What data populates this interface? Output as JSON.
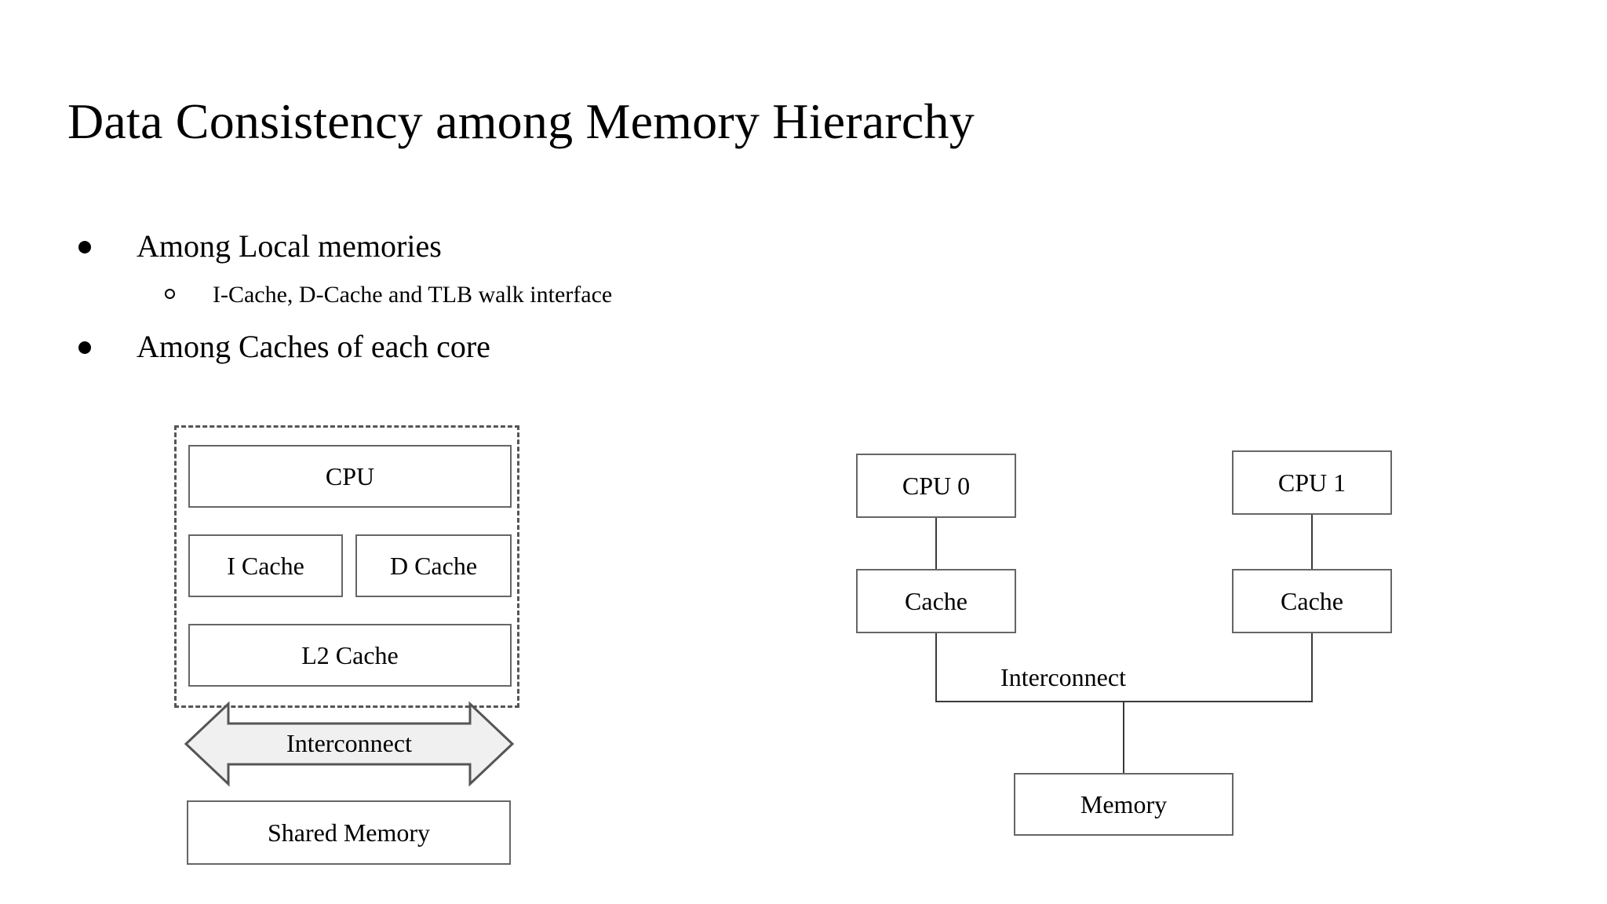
{
  "slide": {
    "title": "Data Consistency among Memory Hierarchy",
    "background_color": "#ffffff",
    "text_color": "#000000"
  },
  "bullets": [
    {
      "level": 1,
      "marker": "filled-disc",
      "text": "Among Local memories"
    },
    {
      "level": 2,
      "marker": "hollow-circle",
      "text": "I-Cache, D-Cache and TLB walk interface"
    },
    {
      "level": 1,
      "marker": "filled-disc",
      "text": "Among Caches of each core"
    }
  ],
  "left_diagram": {
    "name": "single-core-memory-hierarchy",
    "boundary_style": "dashed",
    "boundary_color": "#555555",
    "box_border_color": "#666666",
    "arrow_fill_color": "#f0f0f0",
    "nodes": [
      {
        "id": "cpu",
        "label": "CPU"
      },
      {
        "id": "icache",
        "label": "I Cache"
      },
      {
        "id": "dcache",
        "label": "D Cache"
      },
      {
        "id": "l2cache",
        "label": "L2 Cache"
      },
      {
        "id": "interconnect",
        "label": "Interconnect"
      },
      {
        "id": "shared-memory",
        "label": "Shared Memory"
      }
    ]
  },
  "right_diagram": {
    "name": "multi-core-cache-coherence",
    "box_border_color": "#666666",
    "connector_color": "#3a3a3a",
    "nodes": [
      {
        "id": "cpu0",
        "label": "CPU 0"
      },
      {
        "id": "cpu1",
        "label": "CPU 1"
      },
      {
        "id": "cache0",
        "label": "Cache"
      },
      {
        "id": "cache1",
        "label": "Cache"
      },
      {
        "id": "interconnect",
        "label": "Interconnect"
      },
      {
        "id": "memory",
        "label": "Memory"
      }
    ]
  }
}
